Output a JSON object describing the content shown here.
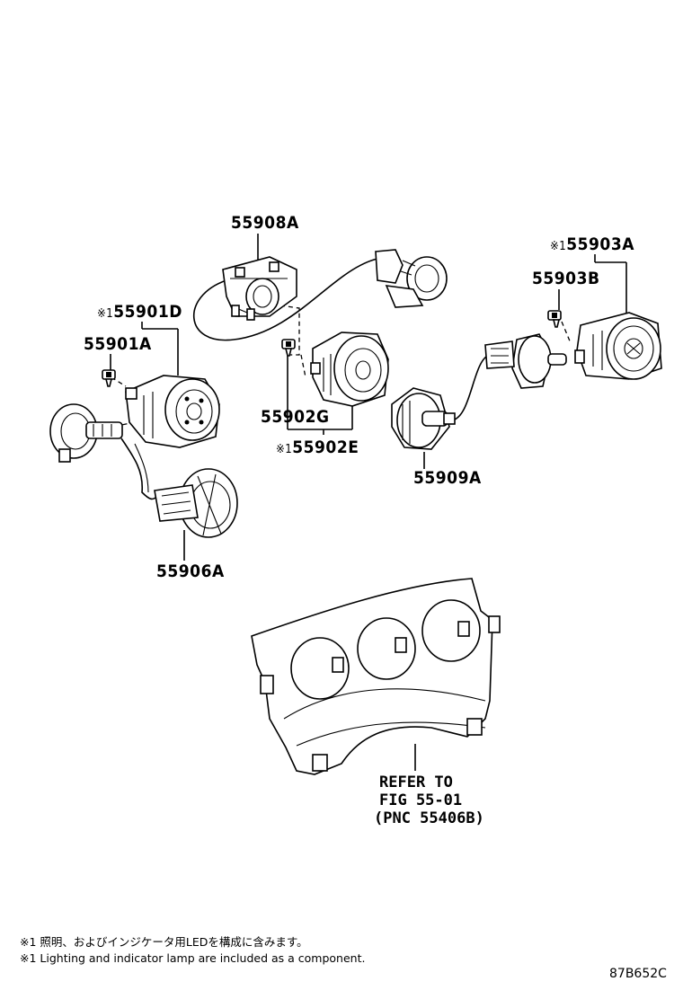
{
  "parts": {
    "p55908A": "55908A",
    "p55903A": "55903A",
    "p55903A_mark": "※1",
    "p55903B": "55903B",
    "p55901D": "55901D",
    "p55901D_mark": "※1",
    "p55901A": "55901A",
    "p55902G": "55902G",
    "p55902E": "55902E",
    "p55902E_mark": "※1",
    "p55909A": "55909A",
    "p55906A": "55906A"
  },
  "reference": {
    "line1": "REFER TO",
    "line2": "FIG 55-01",
    "line3": "(PNC 55406B)"
  },
  "footnotes": {
    "jp": "※1 照明、およびインジケータ用LEDを構成に含みます。",
    "en": "※1 Lighting and indicator lamp are included as a component."
  },
  "figure_code": "87B652C",
  "icons": [
    "screw-icon",
    "switch-knob-icon",
    "socket-icon",
    "bulb-icon",
    "panel-icon"
  ]
}
